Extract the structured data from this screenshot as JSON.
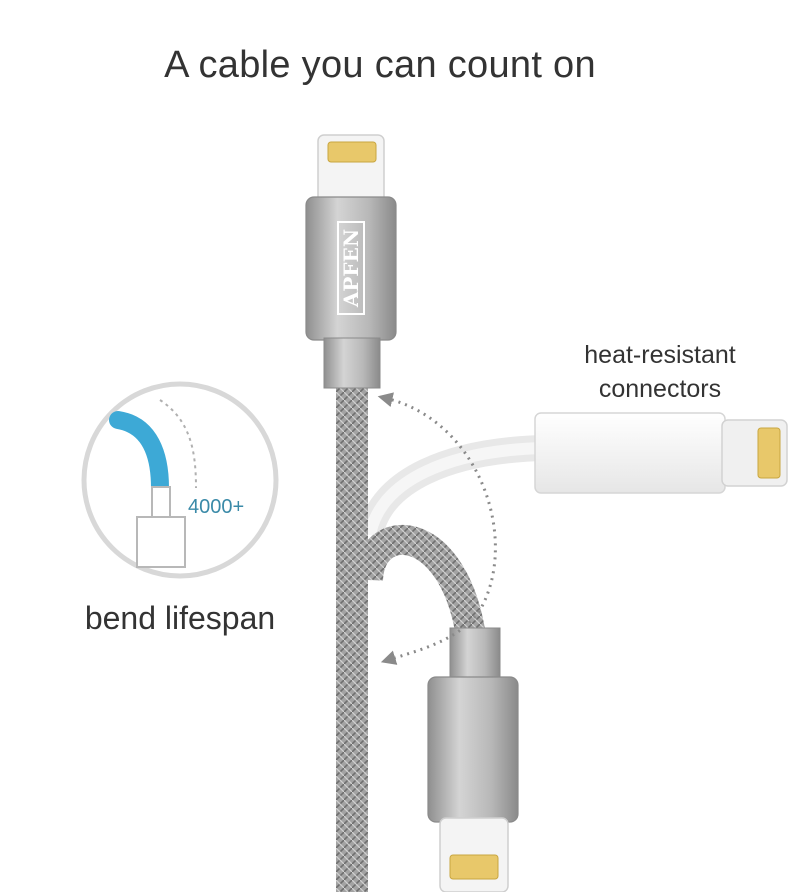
{
  "headline": "A cable you can count on",
  "callouts": {
    "connectors": [
      "heat-resistant",
      "connectors"
    ],
    "bend_count": "4000+",
    "bend_label": "bend lifespan"
  },
  "brand": {
    "logo_text": "APFEN"
  },
  "colors": {
    "cable_braid": "#9a9a9a",
    "connector_housing": "#b4b4b4",
    "accent_blue": "#3da9d6",
    "text": "#333333"
  }
}
